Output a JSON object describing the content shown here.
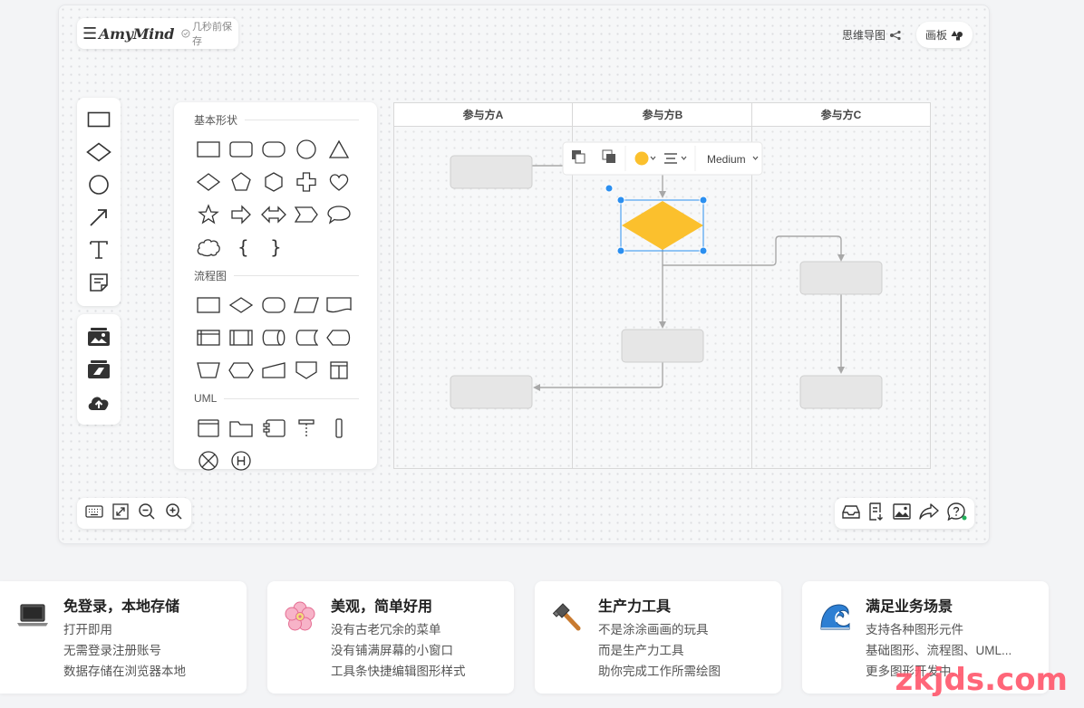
{
  "app": {
    "logo": "AmyMind",
    "save_status": "几秒前保存",
    "mindmap_link": "思维导图",
    "canvas_button": "画板"
  },
  "toolbar_left": {
    "tools": [
      "rectangle-tool",
      "diamond-tool",
      "ellipse-tool",
      "arrow-tool",
      "text-tool",
      "note-tool"
    ],
    "file_tools": [
      "open-file",
      "open-folder",
      "upload-cloud"
    ]
  },
  "shape_panel": {
    "basic_title": "基本形状",
    "flow_title": "流程图",
    "uml_title": "UML"
  },
  "diagram": {
    "lanes": [
      "参与方A",
      "参与方B",
      "参与方C"
    ],
    "float_toolbar": {
      "stroke_width": "Medium",
      "fill_color": "#fbc02d"
    },
    "selected_fill": "#fbc02d",
    "node_fill": "#e6e6e6"
  },
  "features": [
    {
      "title": "免登录，本地存储",
      "lines": [
        "打开即用",
        "无需登录注册账号",
        "数据存储在浏览器本地"
      ],
      "icon": "laptop-icon"
    },
    {
      "title": "美观，简单好用",
      "lines": [
        "没有古老冗余的菜单",
        "没有铺满屏幕的小窗口",
        "工具条快捷编辑图形样式"
      ],
      "icon": "flower-icon"
    },
    {
      "title": "生产力工具",
      "lines": [
        "不是涂涂画画的玩具",
        "而是生产力工具",
        "助你完成工作所需绘图"
      ],
      "icon": "hammer-icon"
    },
    {
      "title": "满足业务场景",
      "lines": [
        "支持各种图形元件",
        "基础图形、流程图、UML...",
        "更多图形开发中..."
      ],
      "icon": "wave-icon"
    }
  ],
  "watermark": "zkjds.com"
}
